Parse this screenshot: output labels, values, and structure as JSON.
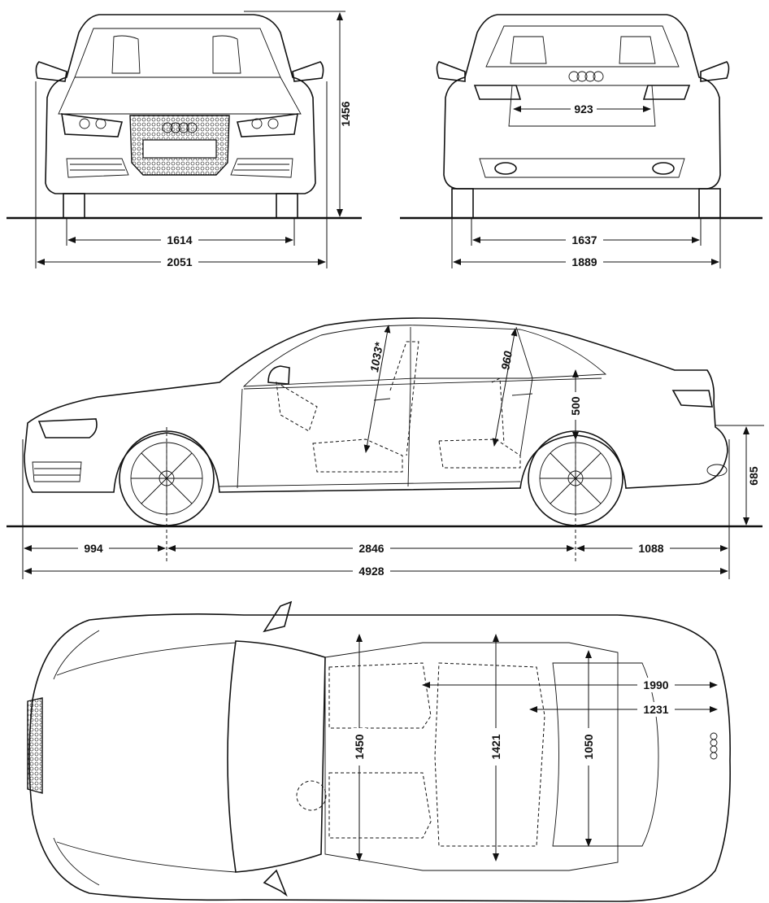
{
  "views": {
    "front": {
      "height": "1456",
      "track": "1614",
      "width": "2051"
    },
    "rear": {
      "bootlid_width": "923",
      "track": "1637",
      "width_without_mirrors": "1889"
    },
    "side": {
      "headroom_front": "1033*",
      "headroom_rear": "960",
      "rear_seat_to_roof": "500",
      "load_sill_height": "685",
      "front_overhang": "994",
      "wheelbase": "2846",
      "rear_overhang": "1088",
      "length": "4928"
    },
    "top": {
      "front_width": "1450",
      "rear_width": "1421",
      "trunk_width": "1050",
      "front_length": "1990",
      "rear_length": "1231"
    }
  },
  "colors": {
    "ink": "#111111",
    "paper": "#ffffff"
  }
}
